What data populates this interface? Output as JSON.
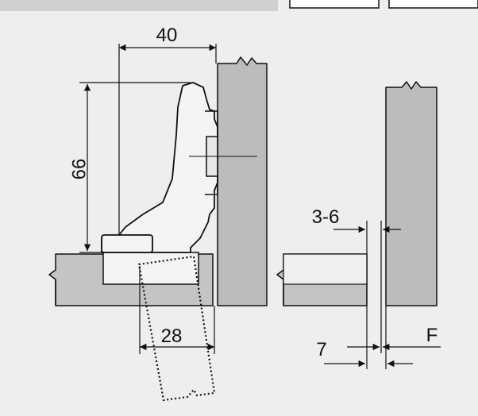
{
  "dimensions": {
    "overlay_width": "40",
    "height": "66",
    "cup_diameter": "28",
    "gap_range": "3-6",
    "boring_distance": "7",
    "overlay_label": "F"
  },
  "colors": {
    "background": "#edeef0",
    "panel_light": "#d6d6d6",
    "panel_dark": "#bcbcbc",
    "door_face": "#c4c4c4",
    "hinge_body": "#f4f4f4",
    "line": "#111111"
  },
  "icons": {
    "arrow": "filled-triangle-arrowhead",
    "break": "zigzag-break-symbol"
  }
}
